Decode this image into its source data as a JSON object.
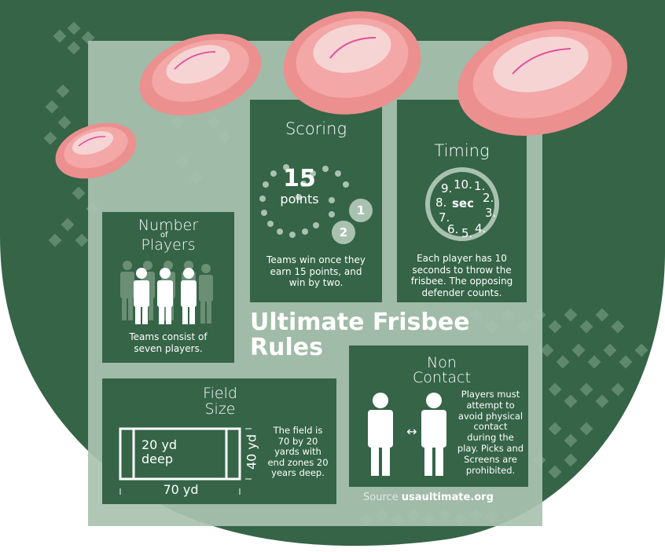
{
  "title": {
    "line1": "Ultimate Frisbee",
    "line2": "Rules"
  },
  "source": {
    "prefix": "Source",
    "site": "usaultimate.org"
  },
  "players": {
    "heading_line1": "Number",
    "heading_of": "of",
    "heading_line2": "Players",
    "text_line1": "Teams consist of",
    "text_line2": "seven players."
  },
  "scoring": {
    "heading": "Scoring",
    "number": "15",
    "unit": "points",
    "badge1": "1",
    "badge2": "2",
    "text_line1": "Teams win once they",
    "text_line2": "earn 15 points, and",
    "text_line3": "win by two."
  },
  "timing": {
    "heading": "Timing",
    "clock_center": "sec",
    "clock_numbers": [
      "10.",
      "1.",
      "2.",
      "3.",
      "4.",
      "5.",
      "6.",
      "7.",
      "8.",
      "9."
    ],
    "text_line1": "Each player has 10",
    "text_line2": "seconds to throw the",
    "text_line3": "frisbee. The opposing",
    "text_line4": "defender counts."
  },
  "field": {
    "heading_line1": "Field",
    "heading_line2": "Size",
    "depth_label_line1": "20 yd",
    "depth_label_line2": "deep",
    "width_label": "40 yd",
    "length_label": "70 yd",
    "text_line1": "The field is",
    "text_line2": "70 by 20",
    "text_line3": "yards with",
    "text_line4": "end zones 20",
    "text_line5": "years deep."
  },
  "contact": {
    "heading_line1": "Non",
    "heading_line2": "Contact",
    "arrow": "↔",
    "text_line1": "Players must",
    "text_line2": "attempt to",
    "text_line3": "avoid physical",
    "text_line4": "contact",
    "text_line5": "during the",
    "text_line6": "play. Picks and",
    "text_line7": "Screens are",
    "text_line8": "prohibited."
  },
  "colors": {
    "dark_green": "#356447",
    "light_green": "#a9c2b0",
    "frisbee": "#f19a9a",
    "frisbee_inner": "#f7d4d4",
    "frisbee_stripe": "#e0509a",
    "white": "#ffffff"
  }
}
